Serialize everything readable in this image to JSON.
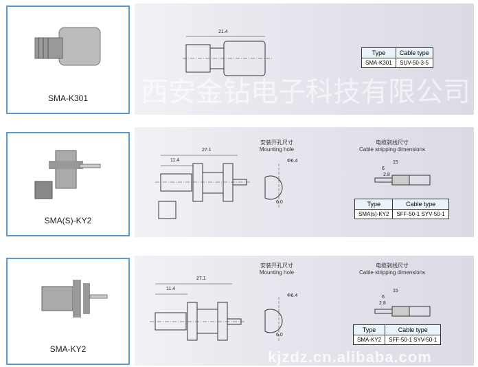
{
  "products": [
    {
      "name": "SMA-K301",
      "length": "21.4",
      "table": {
        "h1": "Type",
        "h2": "Cable type",
        "type": "SMA-K301",
        "cable": "SUV-50-3-5"
      }
    },
    {
      "name": "SMA(S)-KY2",
      "length": "27.1",
      "inner": "11.4",
      "hole_dia": "Φ6.4",
      "hole_flat": "6.0",
      "mount_cn": "安装开孔尺寸",
      "mount_en": "Mounting hole",
      "strip_cn": "电缆剥线尺寸",
      "strip_en": "Cable stripping dimensions",
      "strip": [
        "15",
        "6",
        "2.8"
      ],
      "table": {
        "h1": "Type",
        "h2": "Cable type",
        "type": "SMA(s)-KY2",
        "cable": "SFF-50-1  SYV-50-1"
      }
    },
    {
      "name": "SMA-KY2",
      "length": "27.1",
      "inner": "11.4",
      "hole_dia": "Φ6.4",
      "hole_flat": "6.0",
      "mount_cn": "安装开孔尺寸",
      "mount_en": "Mounting hole",
      "strip_cn": "电缆剥线尺寸",
      "strip_en": "Cable stripping dimensions",
      "strip": [
        "15",
        "6",
        "2.8"
      ],
      "table": {
        "h1": "Type",
        "h2": "Cable type",
        "type": "SMA-KY2",
        "cable": "SFF-50-1  SYV-50-1"
      }
    }
  ],
  "watermark": {
    "company": "西安金钻电子科技有限公司",
    "url": "kjzdz.cn.alibaba.com"
  }
}
